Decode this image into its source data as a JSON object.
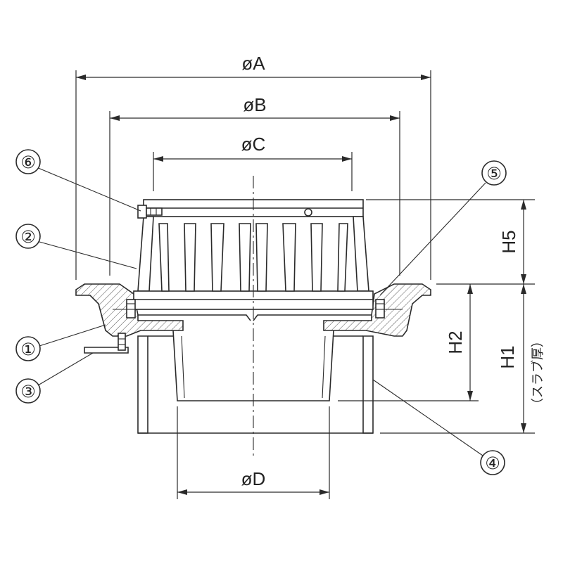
{
  "dimensions": {
    "dia_a": "øA",
    "dia_b": "øB",
    "dia_c": "øC",
    "dia_d": "øD",
    "h1": "H1",
    "h2": "H2",
    "h5": "H5",
    "slab_note": "（スラブ厚）"
  },
  "callouts": [
    "①",
    "②",
    "③",
    "④",
    "⑤",
    "⑥"
  ]
}
